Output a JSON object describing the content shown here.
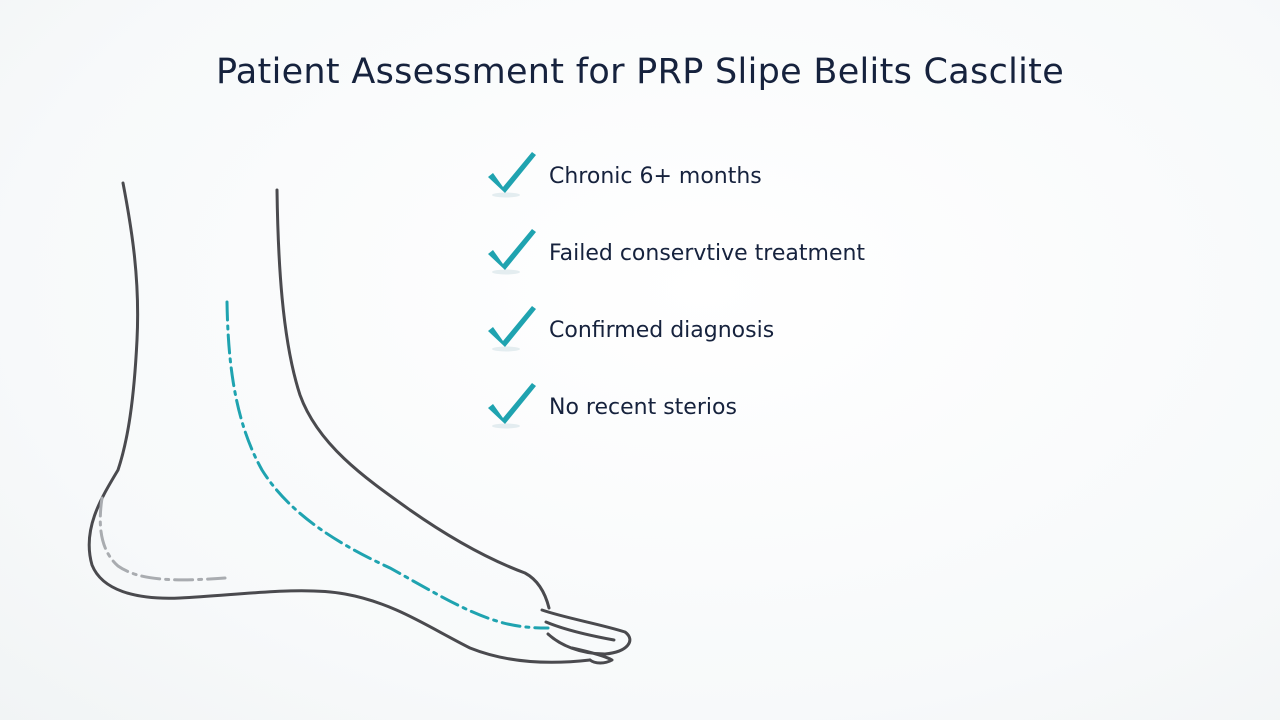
{
  "title": "Patient Assessment for PRP Slipe Belits Casclite",
  "checklist": {
    "items": [
      {
        "label": "Chronic 6+ months",
        "icon": "checkmark-icon"
      },
      {
        "label": "Failed conservtive treatment",
        "icon": "checkmark-icon"
      },
      {
        "label": "Confirmed diagnosis",
        "icon": "checkmark-icon"
      },
      {
        "label": "No recent sterios",
        "icon": "checkmark-icon"
      }
    ]
  },
  "colors": {
    "title": "#16223d",
    "text": "#16223d",
    "accent": "#1fa3b0",
    "outline": "#4a4a4e",
    "heel_dash": "#a9acb0"
  }
}
